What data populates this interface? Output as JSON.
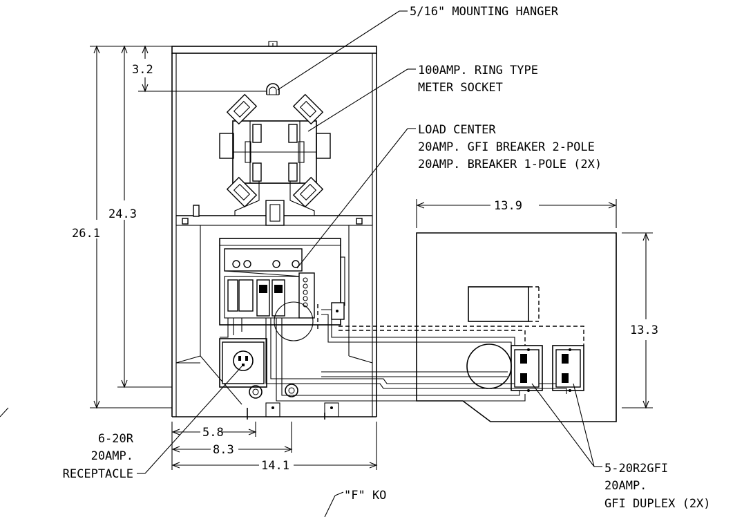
{
  "labels": {
    "mounting_hanger": "5/16\" MOUNTING HANGER",
    "meter_socket_line1": "100AMP. RING TYPE",
    "meter_socket_line2": "METER SOCKET",
    "load_center_line1": "LOAD CENTER",
    "load_center_line2": "20AMP. GFI BREAKER 2-POLE",
    "load_center_line3": "20AMP. BREAKER 1-POLE (2X)",
    "receptacle_line1": "6-20R",
    "receptacle_line2": "20AMP.",
    "receptacle_line3": "RECEPTACLE",
    "gfi_line1": "5-20R2GFI",
    "gfi_line2": "20AMP.",
    "gfi_line3": "GFI DUPLEX (2X)",
    "knockout": "\"F\" KO"
  },
  "dimensions": {
    "overall_height": "26.1",
    "inner_height": "24.3",
    "hanger_offset": "3.2",
    "width_58": "5.8",
    "width_83": "8.3",
    "width_141": "14.1",
    "side_width": "13.9",
    "side_height": "13.3"
  }
}
